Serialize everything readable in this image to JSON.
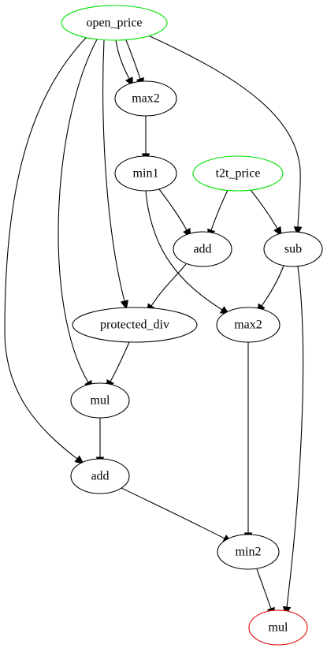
{
  "graph": {
    "colors": {
      "input_border": "#00e000",
      "output_border": "#e00000",
      "default_border": "#000000"
    },
    "nodes": [
      {
        "id": "n_open_price",
        "label": "open_price",
        "role": "input"
      },
      {
        "id": "n_max2_a",
        "label": "max2",
        "role": "op"
      },
      {
        "id": "n_min1",
        "label": "min1",
        "role": "op"
      },
      {
        "id": "n_t2t_price",
        "label": "t2t_price",
        "role": "input"
      },
      {
        "id": "n_add_a",
        "label": "add",
        "role": "op"
      },
      {
        "id": "n_sub",
        "label": "sub",
        "role": "op"
      },
      {
        "id": "n_protected_div",
        "label": "protected_div",
        "role": "op"
      },
      {
        "id": "n_max2_b",
        "label": "max2",
        "role": "op"
      },
      {
        "id": "n_mul_a",
        "label": "mul",
        "role": "op"
      },
      {
        "id": "n_add_b",
        "label": "add",
        "role": "op"
      },
      {
        "id": "n_min2",
        "label": "min2",
        "role": "op"
      },
      {
        "id": "n_mul_out",
        "label": "mul",
        "role": "output"
      }
    ],
    "edges": [
      {
        "from": "n_open_price",
        "to": "n_max2_a"
      },
      {
        "from": "n_open_price",
        "to": "n_max2_a"
      },
      {
        "from": "n_open_price",
        "to": "n_protected_div"
      },
      {
        "from": "n_open_price",
        "to": "n_mul_a"
      },
      {
        "from": "n_open_price",
        "to": "n_add_b"
      },
      {
        "from": "n_open_price",
        "to": "n_sub"
      },
      {
        "from": "n_max2_a",
        "to": "n_min1"
      },
      {
        "from": "n_min1",
        "to": "n_add_a"
      },
      {
        "from": "n_min1",
        "to": "n_max2_b"
      },
      {
        "from": "n_t2t_price",
        "to": "n_add_a"
      },
      {
        "from": "n_t2t_price",
        "to": "n_sub"
      },
      {
        "from": "n_add_a",
        "to": "n_protected_div"
      },
      {
        "from": "n_sub",
        "to": "n_max2_b"
      },
      {
        "from": "n_sub",
        "to": "n_mul_out"
      },
      {
        "from": "n_protected_div",
        "to": "n_mul_a"
      },
      {
        "from": "n_mul_a",
        "to": "n_add_b"
      },
      {
        "from": "n_add_b",
        "to": "n_min2"
      },
      {
        "from": "n_max2_b",
        "to": "n_min2"
      },
      {
        "from": "n_min2",
        "to": "n_mul_out"
      }
    ]
  }
}
